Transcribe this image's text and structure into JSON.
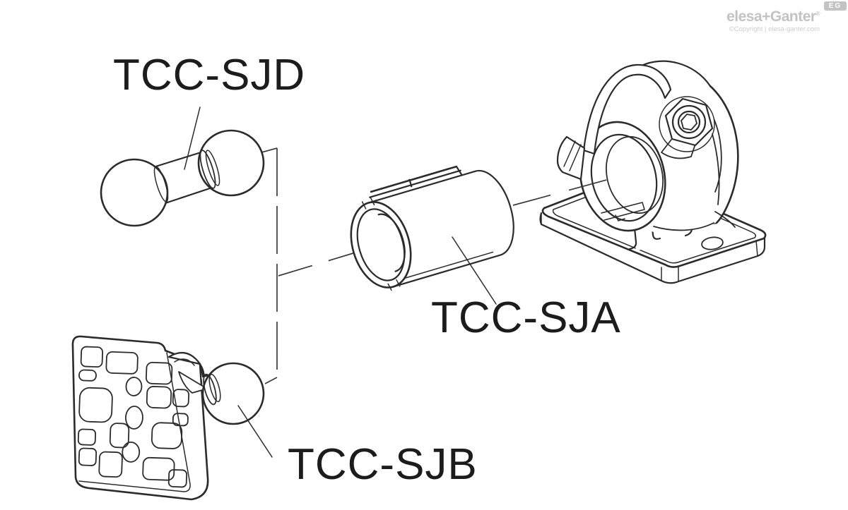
{
  "page": {
    "background": "#ffffff",
    "line_color": "#2b2b2b",
    "label_color": "#1c1c1c"
  },
  "diagram": {
    "kind": "exploded-assembly-line-drawing",
    "labels": [
      {
        "id": "tcc-sjd",
        "text": "TCC-SJD"
      },
      {
        "id": "tcc-sja",
        "text": "TCC-SJA"
      },
      {
        "id": "tcc-sjb",
        "text": "TCC-SJB"
      }
    ],
    "parts": [
      {
        "name": "double-ball-stud",
        "label": "TCC-SJD"
      },
      {
        "name": "split-sleeve-bushing",
        "label": "TCC-SJA"
      },
      {
        "name": "mounting-plate-with-ball-stud",
        "label": "TCC-SJB"
      },
      {
        "name": "clamp-base-connector",
        "label": ""
      }
    ]
  },
  "watermark": {
    "brand": "elesa+Ganter",
    "registered_mark": "®",
    "badge": "EG",
    "copyright": "©Copyright | elesa-ganter.com",
    "brand_color": "#c3c3c3",
    "badge_bg": "#c3c3c3"
  }
}
